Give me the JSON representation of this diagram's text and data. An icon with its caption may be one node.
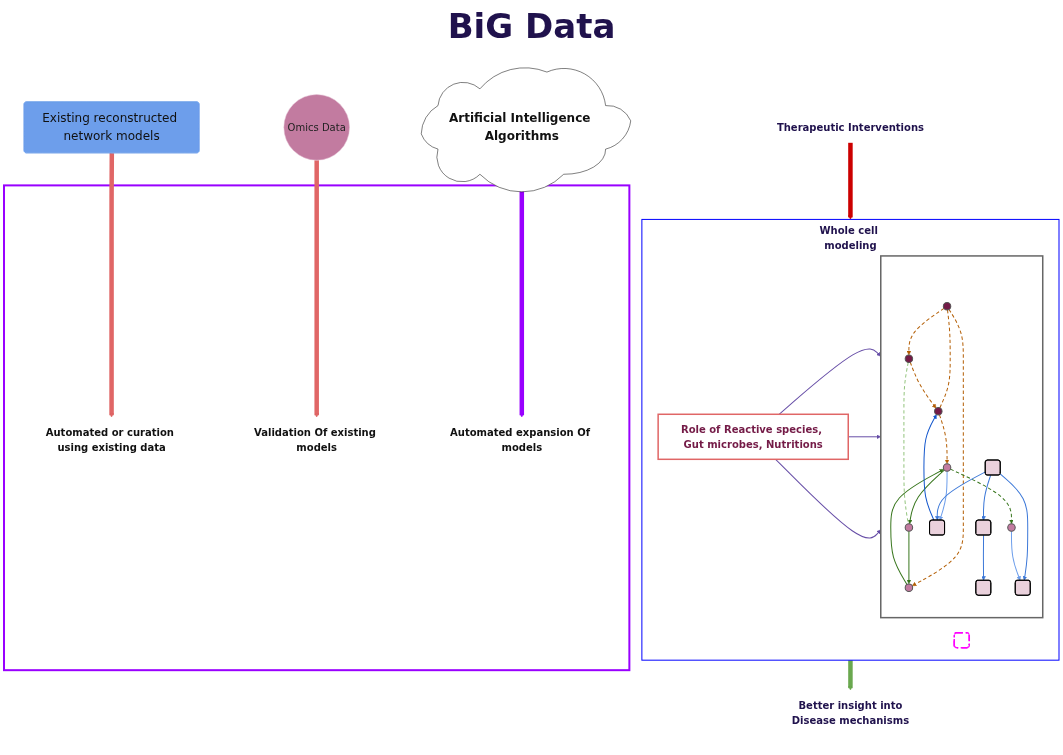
{
  "diagram": {
    "title": "BiG Data",
    "nodes": [
      {
        "text": [
          "Existing reconstructed network models"
        ]
      },
      {
        "text": [
          "Omics Data"
        ]
      },
      {
        "text": [
          "Artificial Intelligence Algorithms"
        ]
      },
      {
        "text": [],
        "shape": "box"
      },
      {
        "text": [
          "Automated or curation using existing data"
        ],
        "in": 3
      },
      {
        "text": [
          "Validation Of existing models"
        ],
        "in": 3
      },
      {
        "text": [
          "Automated expansion Of models"
        ],
        "in": 3
      },
      {
        "text": [
          "Therapeutic Interventions"
        ]
      },
      {
        "text": [
          "Whole cell modeling"
        ]
      },
      {
        "text": [
          "Role of Reactive species, Gut microbes, Nutritions"
        ],
        "in": 8
      },
      {
        "text": [],
        "shape": "box",
        "in": 8
      },
      {
        "text": [],
        "shape": "box",
        "in": 8
      },
      {
        "text": [],
        "shape": "circle",
        "in": 10
      },
      {
        "text": [],
        "shape": "circle",
        "in": 10
      },
      {
        "text": [],
        "shape": "circle",
        "in": 10
      },
      {
        "text": [],
        "shape": "circle",
        "in": 10
      },
      {
        "text": [],
        "shape": "circle",
        "in": 10
      },
      {
        "text": [],
        "shape": "circle",
        "in": 10
      },
      {
        "text": [],
        "shape": "circle",
        "in": 10
      },
      {
        "text": [],
        "shape": "box",
        "in": 10
      },
      {
        "text": [],
        "shape": "box",
        "in": 10
      },
      {
        "text": [],
        "shape": "box",
        "in": 10
      },
      {
        "text": [],
        "shape": "box",
        "in": 10
      },
      {
        "text": [],
        "shape": "box",
        "in": 10
      },
      {
        "text": [
          "Better insight into",
          "Disease mechanisms"
        ]
      }
    ],
    "edges": [
      {
        "from": 0,
        "to": 4,
        "arrow": "to",
        "style": "thick",
        "color": "#e06666"
      },
      {
        "from": 1,
        "to": 5,
        "arrow": "to",
        "style": "thick",
        "color": "#e06666"
      },
      {
        "from": 2,
        "to": 6,
        "arrow": "to",
        "style": "thick",
        "color": "#9900ff"
      },
      {
        "from": 7,
        "to": 8,
        "arrow": "to",
        "style": "thick",
        "color": "#cc0000"
      },
      {
        "from": 8,
        "to": 24,
        "arrow": "to",
        "style": "thick",
        "color": "#6aa84f"
      },
      {
        "from": 9,
        "to": 10,
        "arrow": "to",
        "color": "#674ea7"
      },
      {
        "from": 9,
        "to": 10,
        "arrow": "to",
        "color": "#674ea7"
      },
      {
        "from": 9,
        "to": 10,
        "arrow": "to",
        "color": "#674ea7"
      },
      {
        "from": 12,
        "to": 13,
        "arrow": "none",
        "style": "dashed",
        "color": "#b45f06"
      },
      {
        "from": 12,
        "to": 14,
        "arrow": "to",
        "style": "dashed",
        "color": "#b45f06"
      },
      {
        "from": 12,
        "to": 15,
        "arrow": "to",
        "style": "dashed",
        "color": "#b45f06"
      },
      {
        "from": 14,
        "to": 13,
        "arrow": "to",
        "style": "dashed",
        "color": "#b45f06"
      },
      {
        "from": 13,
        "to": 16,
        "arrow": "to",
        "style": "dashed",
        "color": "#b45f06"
      },
      {
        "from": 15,
        "to": 16,
        "arrow": "to",
        "color": "#38761d"
      },
      {
        "from": 16,
        "to": 17,
        "arrow": "to",
        "color": "#38761d"
      },
      {
        "from": 17,
        "to": 15,
        "arrow": "to",
        "color": "#38761d"
      },
      {
        "from": 16,
        "to": 18,
        "arrow": "to",
        "style": "dashed",
        "color": "#38761d"
      },
      {
        "from": 14,
        "to": 17,
        "arrow": "none",
        "style": "dashed",
        "color": "#93c47d"
      },
      {
        "from": 19,
        "to": 13,
        "arrow": "to",
        "color": "#1155cc"
      },
      {
        "from": 16,
        "to": 19,
        "arrow": "to",
        "color": "#6d9eeb"
      },
      {
        "from": 20,
        "to": 19,
        "arrow": "to",
        "color": "#3c78d8"
      },
      {
        "from": 20,
        "to": 21,
        "arrow": "to",
        "color": "#3c78d8"
      },
      {
        "from": 21,
        "to": 22,
        "arrow": "to",
        "color": "#3c78d8"
      },
      {
        "from": 20,
        "to": 23,
        "arrow": "to",
        "color": "#3c78d8"
      },
      {
        "from": 18,
        "to": 23,
        "arrow": "to",
        "color": "#6d9eeb"
      }
    ]
  }
}
